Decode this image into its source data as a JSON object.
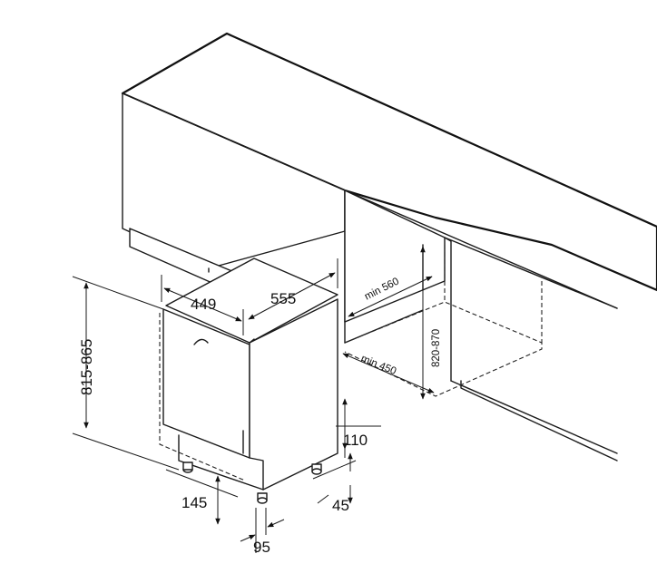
{
  "labels": {
    "depth_449": "449",
    "depth_555": "555",
    "height_range": "815-865",
    "min_560": "min 560",
    "min_450": "min 450",
    "niche_height": "820-870",
    "dim_110": "110",
    "dim_45": "45",
    "dim_145": "145",
    "dim_95": "95"
  }
}
